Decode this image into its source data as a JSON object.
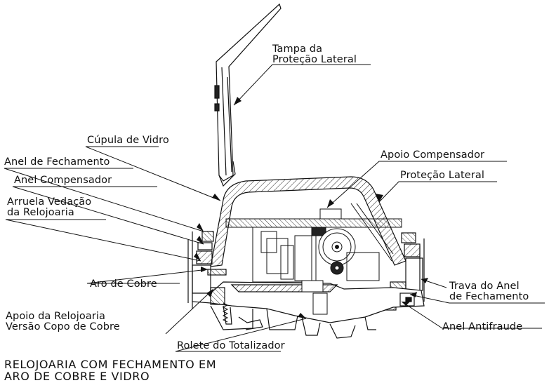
{
  "labels": {
    "tampa": [
      "Tampa da",
      "Proteção Lateral"
    ],
    "cupula": "Cúpula de Vidro",
    "anel_fechamento": "Anel de Fechamento",
    "anel_compensador": "Anel Compensador",
    "arruela": [
      "Arruela Vedação",
      "da Relojoaria"
    ],
    "apoio_compensador": "Apoio Compensador",
    "protecao_lateral": "Proteção Lateral",
    "aro_cobre": "Aro de Cobre",
    "trava": [
      "Trava do Anel",
      "de Fechamento"
    ],
    "apoio_relojoaria": [
      "Apoio da Relojoaria",
      "Versão Copo de Cobre"
    ],
    "anel_antifraude": "Anel Antifraude",
    "rolete": "Rolete do Totalizador"
  },
  "title": [
    "RELOJOARIA COM FECHAMENTO EM",
    "ARO DE COBRE E VIDRO"
  ],
  "colors": {
    "line": "#111111",
    "hatch": "#222222",
    "background": "#ffffff"
  }
}
